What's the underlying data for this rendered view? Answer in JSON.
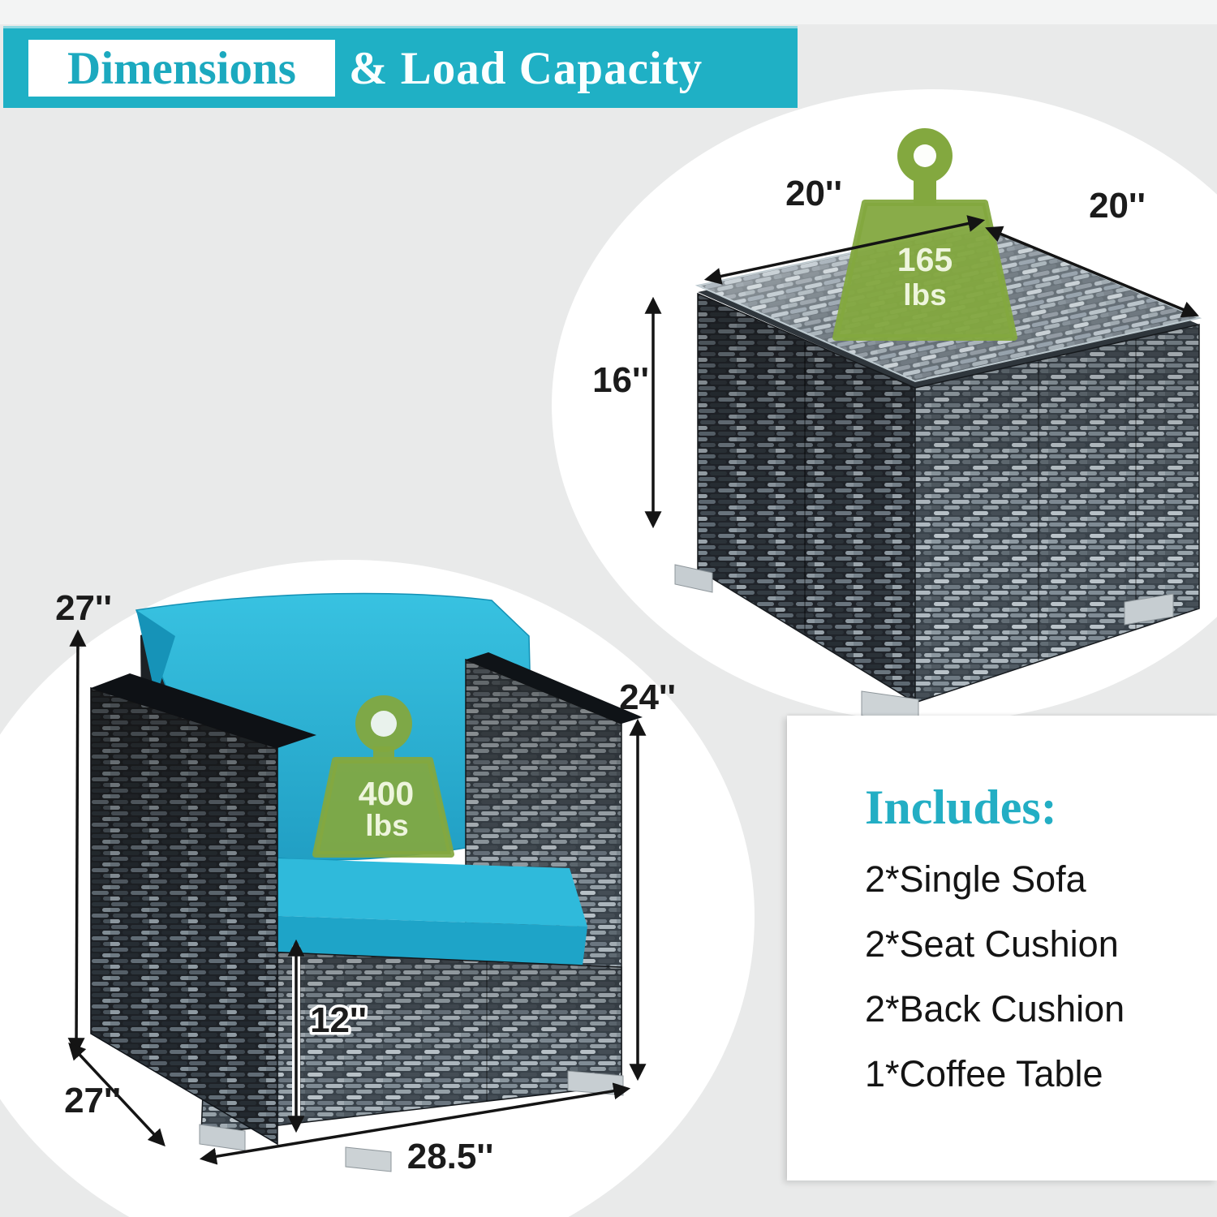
{
  "title": {
    "highlight": "Dimensions",
    "rest": "& Load Capacity"
  },
  "coffee_table": {
    "top_width": "20''",
    "top_depth": "20''",
    "height": "16''",
    "load_capacity": {
      "value": "165",
      "unit": "lbs"
    }
  },
  "sofa_chair": {
    "overall_height": "27''",
    "back_height": "24''",
    "seat_height": "12''",
    "overall_width": "28.5''",
    "depth": "27''",
    "load_capacity": {
      "value": "400",
      "unit": "lbs"
    }
  },
  "includes": {
    "heading": "Includes:",
    "items": [
      "2*Single Sofa",
      "2*Seat Cushion",
      "2*Back Cushion",
      "1*Coffee Table"
    ]
  },
  "colors": {
    "banner_teal": "#1fb0c5",
    "accent_teal_text": "#1ca9bf",
    "capacity_green": "#83a83f",
    "cushion_turquoise": "#2fb9da"
  }
}
